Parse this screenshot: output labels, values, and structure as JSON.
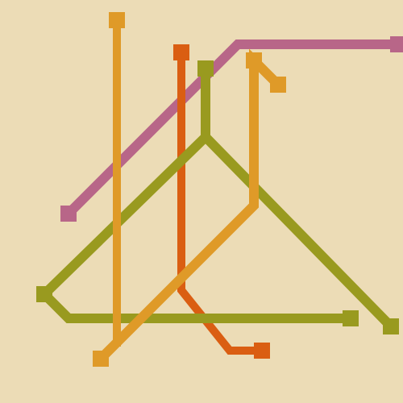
{
  "board": {
    "background": "#ecdcb6"
  },
  "lines": [
    {
      "name": "pink-line",
      "color": "#b86688"
    },
    {
      "name": "orange-line",
      "color": "#da5e12"
    },
    {
      "name": "olive-line",
      "color": "#999a1f"
    },
    {
      "name": "amber-line-vertical",
      "color": "#df9a28"
    },
    {
      "name": "amber-line-diagonal",
      "color": "#df9a28"
    }
  ]
}
